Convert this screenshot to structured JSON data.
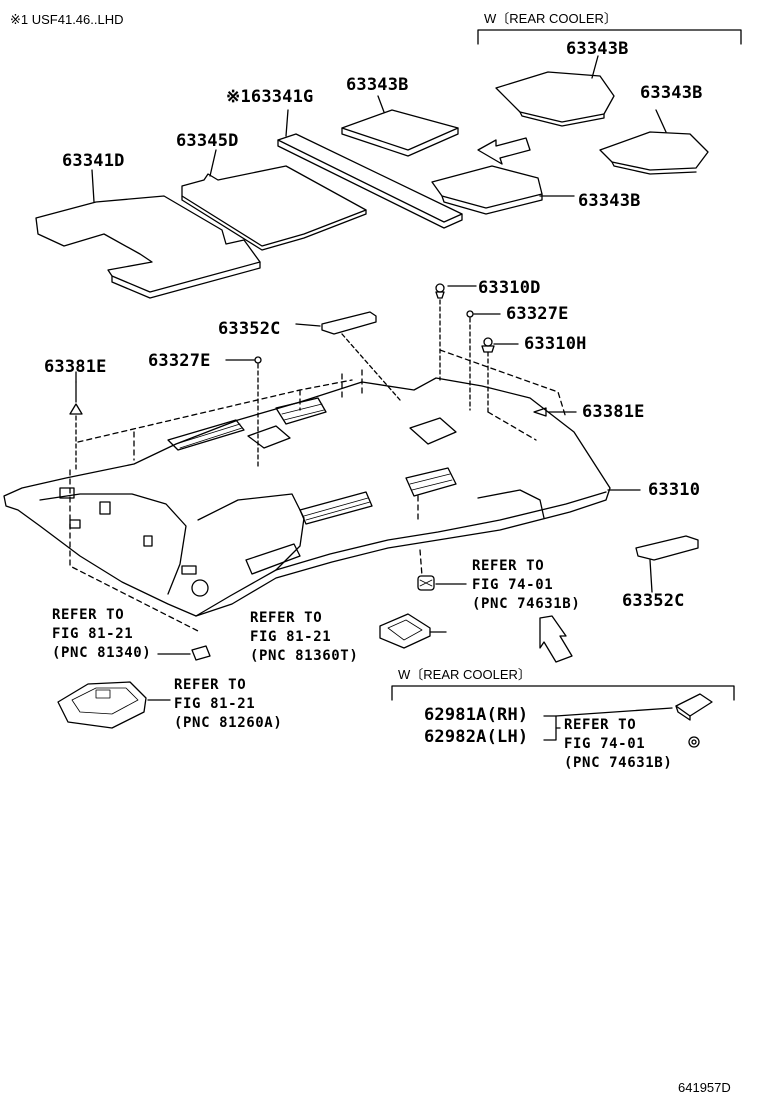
{
  "header": {
    "note": "※1 USF41.46..LHD"
  },
  "groups": {
    "rear_cooler_top": "W〔REAR COOLER〕",
    "rear_cooler_bottom": "W〔REAR COOLER〕"
  },
  "parts": {
    "p63343B_a": "63343B",
    "p63343B_b": "63343B",
    "p63343B_c": "63343B",
    "p63343B_d": "63343B",
    "p63341G": "※163341G",
    "p63345D": "63345D",
    "p63341D": "63341D",
    "p63310D": "63310D",
    "p63327E_a": "63327E",
    "p63327E_b": "63327E",
    "p63352C_a": "63352C",
    "p63352C_b": "63352C",
    "p63310H": "63310H",
    "p63381E_a": "63381E",
    "p63381E_b": "63381E",
    "p63310": "63310",
    "p62981A": "62981A(RH)",
    "p62982A": "62982A(LH)"
  },
  "references": {
    "ref_74631B_top": [
      "REFER TO",
      "FIG 74-01",
      "(PNC 74631B)"
    ],
    "ref_81340": [
      "REFER TO",
      "FIG 81-21",
      "(PNC 81340)"
    ],
    "ref_81360T": [
      "REFER TO",
      "FIG 81-21",
      "(PNC 81360T)"
    ],
    "ref_81260A": [
      "REFER TO",
      "FIG 81-21",
      "(PNC 81260A)"
    ],
    "ref_74631B_bottom": [
      "REFER TO",
      "FIG 74-01",
      "(PNC 74631B)"
    ]
  },
  "footer": {
    "drawing_no": "641957D"
  }
}
